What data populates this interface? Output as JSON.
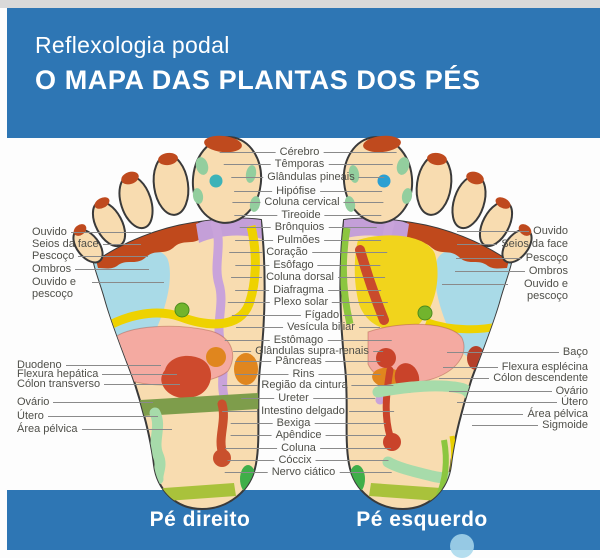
{
  "header": {
    "subtitle": "Reflexologia podal",
    "title": "O MAPA DAS PLANTAS DOS PÉS"
  },
  "footer": {
    "left_foot": "Pé direito",
    "right_foot": "Pé esquerdo"
  },
  "labels": {
    "center": [
      "Cérebro",
      "Têmporas",
      "Glândulas pineais",
      "Hipófise",
      "Coluna cervical",
      "Tireoide",
      "Brônquios",
      "Pulmões",
      "Coração",
      "Esôfago",
      "Coluna dorsal",
      "Diafragma",
      "Plexo solar",
      "Fígado",
      "Vesícula biliar",
      "Estômago",
      "Glândulas supra-renais",
      "Pâncreas",
      "Rins",
      "Região da cintura",
      "Ureter",
      "Intestino delgado",
      "Bexiga",
      "Apêndice",
      "Coluna",
      "Cóccix",
      "Nervo ciático"
    ],
    "left_upper": [
      "Ouvido",
      "Seios da face",
      "Pescoço",
      "Ombros",
      "Ouvido e pescoço"
    ],
    "left_lower": [
      "Duodeno",
      "Flexura hepática",
      "Cólon transverso",
      "Ovário",
      "Útero",
      "Área pélvica"
    ],
    "right_upper": [
      "Ouvido",
      "Seios da face",
      "Pescoço",
      "Ombros",
      "Ouvido e pescoço"
    ],
    "right_lower": [
      "Baço",
      "Flexura esplécina",
      "Cólon descendente",
      "Ovário",
      "Útero",
      "Área pélvica",
      "Sigmoide"
    ]
  },
  "colors": {
    "banner_blue": "#2e76b4",
    "text_white": "#ffffff",
    "label_gray": "#4f4f49",
    "line_gray": "#8a8a8a",
    "skin": "#f8dcb0",
    "toe_cap_red": "#bf4a1e",
    "zone_red": "#ce4a2d",
    "zone_pink": "#f4aaa1",
    "zone_orange": "#e0861e",
    "zone_yellow": "#eed200",
    "zone_purple": "#c49fd8",
    "zone_light_blue": "#a9dae7",
    "zone_light_green": "#a7dbaa",
    "zone_olive": "#7e9d4b",
    "zone_green": "#3fae49",
    "dot_teal": "#3db3b8",
    "dot_blue": "#2b9fd2",
    "dot_green": "#72b42d"
  },
  "diagram": {
    "type": "foot-reflexology-map",
    "feet": [
      "sole of right foot",
      "sole of left foot"
    ]
  }
}
